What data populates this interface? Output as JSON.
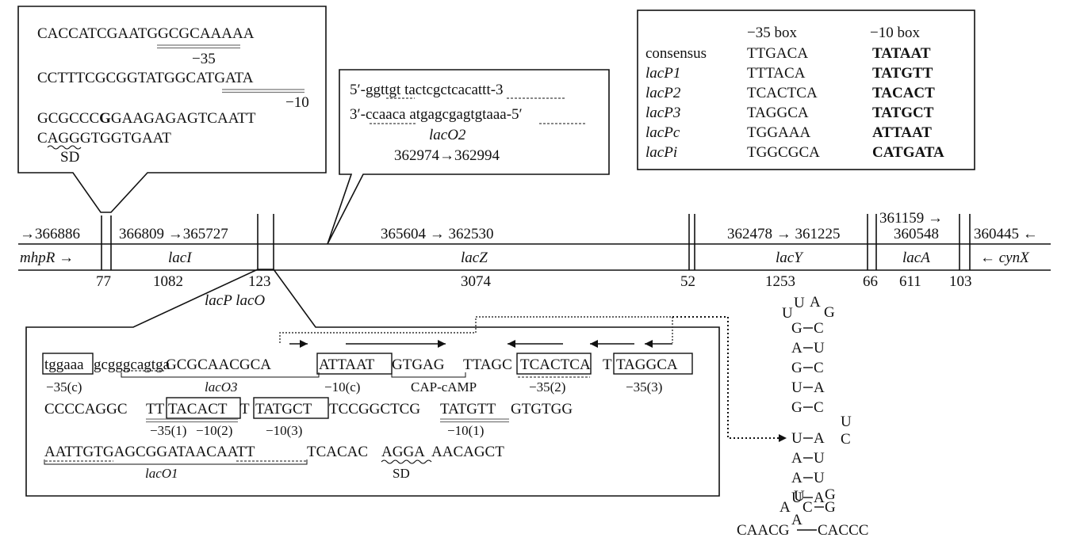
{
  "top_left_box": {
    "line1": {
      "pre": "CACCATCGAAT",
      "box": "GGCGCA",
      "post": "AAAA"
    },
    "label_35": "−35",
    "line2": {
      "pre": "CCTTTCGCGGTATGG",
      "box": "CATGATA"
    },
    "label_10": "−10",
    "line3": {
      "pre": "GCGCCC",
      "bold": "G",
      "post": "GAAGAGAGTCAATT"
    },
    "line4": {
      "pre": "C",
      "sd": "AGG",
      "post": "GTGGTGAAT"
    },
    "sd_label": "SD"
  },
  "lacO2_box": {
    "line1": {
      "a": "5′-gg",
      "b": "ttgt",
      "c": " tactcgc",
      "d": "tcacattt",
      "e": "-3"
    },
    "line2": {
      "a": "3′-",
      "b": "ccaaca",
      "c": " atgagcgag",
      "d": "tgtaaa",
      "e": "-5′"
    },
    "name": "lacO2",
    "coords": "362974→362994"
  },
  "promoter_table": {
    "headers": [
      "−35 box",
      "−10 box"
    ],
    "rows": [
      {
        "name": "consensus",
        "italic": false,
        "m35": "TTGACA",
        "m10": "TATAAT"
      },
      {
        "name": "lacP1",
        "italic": true,
        "m35": "TTTACA",
        "m10": "TATGTT"
      },
      {
        "name": "lacP2",
        "italic": true,
        "m35": "TCACTCA",
        "m10": "TACACT"
      },
      {
        "name": "lacP3",
        "italic": true,
        "m35": "TAGGCA",
        "m10": "TATGCT"
      },
      {
        "name": "lacPc",
        "italic": true,
        "m35": "TGGAAA",
        "m10": "ATTAAT"
      },
      {
        "name": "lacPi",
        "italic": true,
        "m35": "TGGCGCA",
        "m10": "CATGATA"
      }
    ]
  },
  "genome_map": {
    "coords": {
      "mhpR": "→366886",
      "lacI": "366809 →365727",
      "lacZ": "365604 → 362530",
      "lacY": "362478 → 361225",
      "lacA_top": "361159 →",
      "lacA_bottom": "360548",
      "cynX": "360445 ←"
    },
    "genes": {
      "mhpR": "mhpR →",
      "lacI": "lacI",
      "lacZ": "lacZ",
      "lacY": "lacY",
      "lacA": "lacA",
      "cynX": "← cynX"
    },
    "lengths": {
      "g77": "77",
      "lacI": "1082",
      "g123": "123",
      "lacZ": "3074",
      "g52": "52",
      "lacY": "1253",
      "g66": "66",
      "lacA": "611",
      "g103": "103"
    },
    "promoter_label": "lacP lacO"
  },
  "bottom_box": {
    "row1": {
      "tggaaa": "tggaaa",
      "gcgggcagtga": "gcgggcagtga",
      "gcgcaacgca": "GCGCAACGCA",
      "attaat": "ATTAAT",
      "gtgag": "GTGAG",
      "ttagc": "TTAGC",
      "tcactca": "TCACTCA",
      "t": "T",
      "taggca": "TAGGCA"
    },
    "row1_labels": {
      "m35c": "−35(c)",
      "lacO3": "lacO3",
      "m10c": "−10(c)",
      "cap": "CAP-cAMP",
      "m35_2": "−35(2)",
      "m35_3": "−35(3)"
    },
    "row2": {
      "a": "CCCCAGGC",
      "b": "TT",
      "c": "TACACT",
      "d": "T",
      "e": "TATGCT",
      "f": "TCCGGCTCG",
      "g": "TATGTT",
      "h": "GTGTGG"
    },
    "row2_labels": {
      "m35_1": "−35(1)",
      "m10_2": "−10(2)",
      "m10_3": "−10(3)",
      "m10_1": "−10(1)"
    },
    "row3": {
      "a": "AATTGTGAGCGGATAACAATT",
      "b": "TCACAC",
      "c": "AGGA",
      "d": "AACAGCT"
    },
    "row3_labels": {
      "lacO1": "lacO1",
      "sd": "SD"
    }
  },
  "hairpin": {
    "loop": [
      "U",
      "U",
      "A",
      "G"
    ],
    "pairs_top": [
      [
        "G",
        "C"
      ],
      [
        "A",
        "U"
      ],
      [
        "G",
        "C"
      ],
      [
        "U",
        "A"
      ],
      [
        "G",
        "C"
      ]
    ],
    "bulge_right": [
      "U",
      "C"
    ],
    "pairs_mid": [
      [
        "U",
        "A"
      ],
      [
        "A",
        "U"
      ],
      [
        "A",
        "U"
      ],
      [
        "U",
        "A"
      ]
    ],
    "right_G": "G",
    "bulge_left": [
      "U",
      "A",
      "A"
    ],
    "pair_low": [
      "C",
      "G"
    ],
    "base": [
      "CAACG",
      "CACCC"
    ]
  }
}
